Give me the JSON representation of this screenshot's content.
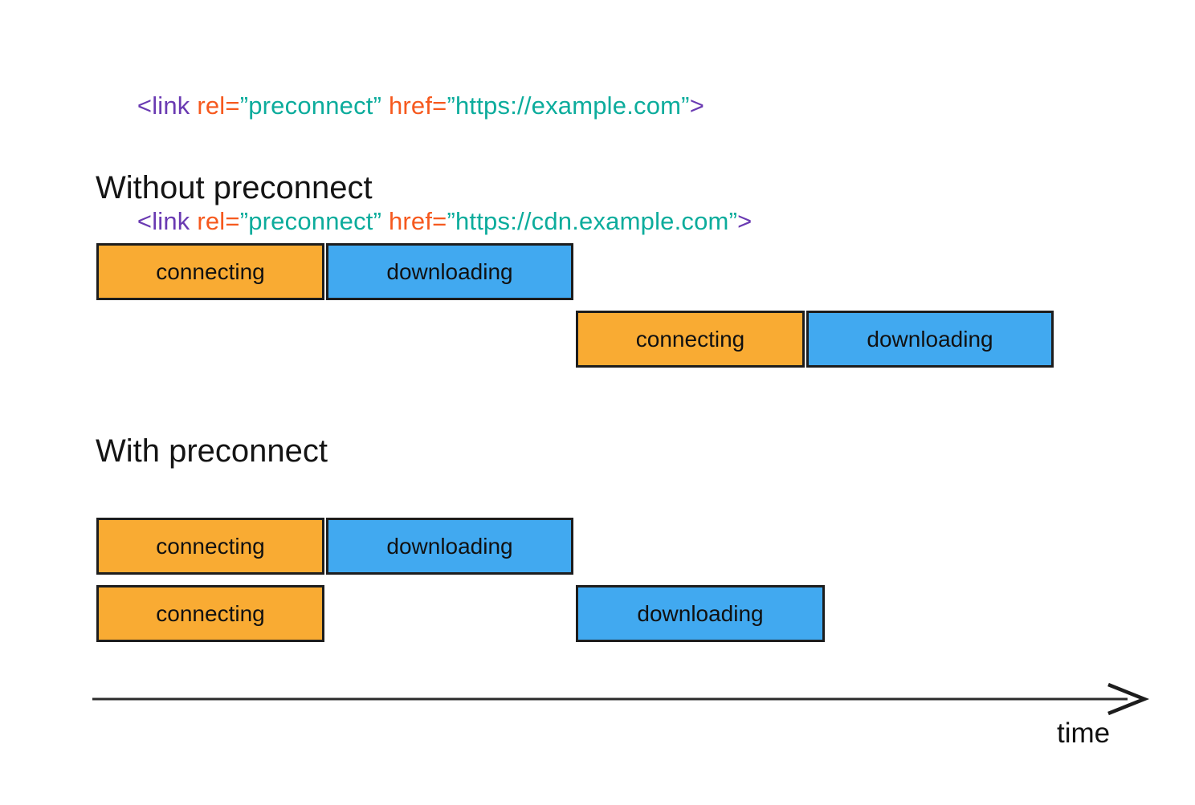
{
  "diagram": {
    "code_snippet": {
      "lines": [
        {
          "tokens": [
            {
              "text": "<link ",
              "type": "tag"
            },
            {
              "text": "rel=",
              "type": "attr"
            },
            {
              "text": "”preconnect” ",
              "type": "value"
            },
            {
              "text": "href=",
              "type": "attr"
            },
            {
              "text": "”https://example.com”",
              "type": "value"
            },
            {
              "text": ">",
              "type": "tag"
            }
          ]
        },
        {
          "tokens": [
            {
              "text": "<link ",
              "type": "tag"
            },
            {
              "text": "rel=",
              "type": "attr"
            },
            {
              "text": "”preconnect” ",
              "type": "value"
            },
            {
              "text": "href=",
              "type": "attr"
            },
            {
              "text": "”https://cdn.example.com”",
              "type": "value"
            },
            {
              "text": ">",
              "type": "tag"
            }
          ]
        }
      ]
    },
    "sections": [
      {
        "title": "Without preconnect",
        "rows": [
          {
            "segments": [
              {
                "label": "connecting",
                "type": "connecting"
              },
              {
                "label": "downloading",
                "type": "downloading"
              }
            ]
          },
          {
            "segments": [
              {
                "label": "connecting",
                "type": "connecting"
              },
              {
                "label": "downloading",
                "type": "downloading"
              }
            ]
          }
        ]
      },
      {
        "title": "With preconnect",
        "rows": [
          {
            "segments": [
              {
                "label": "connecting",
                "type": "connecting"
              },
              {
                "label": "downloading",
                "type": "downloading"
              }
            ]
          },
          {
            "segments": [
              {
                "label": "connecting",
                "type": "connecting"
              },
              {
                "label": "downloading",
                "type": "downloading"
              }
            ]
          }
        ]
      }
    ],
    "axis": {
      "label": "time"
    },
    "colors": {
      "connecting_fill": "#F9AB33",
      "downloading_fill": "#41A9F0",
      "bar_border": "#1D1D1D",
      "code_tag": "#6A3AB2",
      "code_attr": "#F6591E",
      "code_value": "#0CAC9C",
      "text": "#111111",
      "background": "#FFFFFF"
    }
  }
}
